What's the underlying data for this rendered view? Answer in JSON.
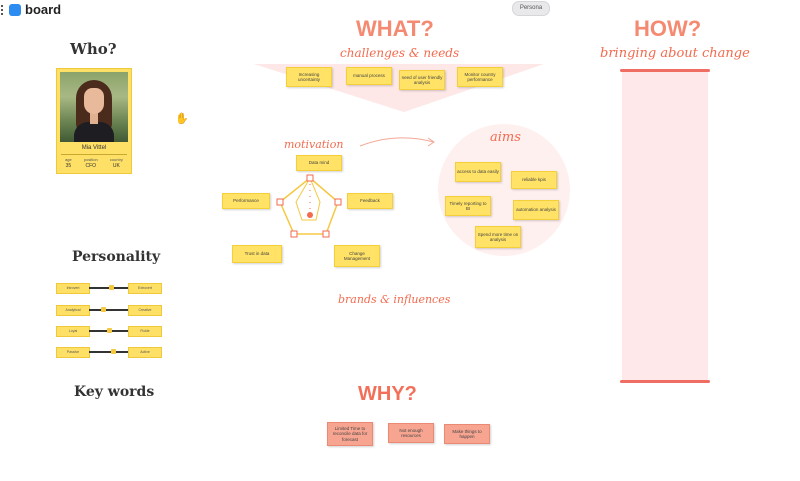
{
  "app": {
    "name": "board",
    "persona_button": "Persona"
  },
  "who": {
    "title": "Who?",
    "name": "Mia Vittel",
    "stats": [
      {
        "label": "age",
        "value": "35"
      },
      {
        "label": "position",
        "value": "CFO"
      },
      {
        "label": "country",
        "value": "UK"
      }
    ]
  },
  "personality": {
    "title": "Personality",
    "rows": [
      {
        "left": "Introvert",
        "right": "Extrovert",
        "level": 0.55
      },
      {
        "left": "Analytical",
        "right": "Creative",
        "level": 0.35
      },
      {
        "left": "Loyal",
        "right": "Fickle",
        "level": 0.5
      },
      {
        "left": "Passive",
        "right": "Active",
        "level": 0.6
      }
    ]
  },
  "keywords": {
    "title": "Key words"
  },
  "what": {
    "title": "WHAT?",
    "subtitle": "challenges & needs",
    "notes": [
      "Increasing uncertainty",
      "manual process",
      "need of user friendly analysis",
      "Monitor country performance"
    ]
  },
  "motivation": {
    "title": "motivation",
    "notes": [
      "Data mind",
      "Feedback",
      "Change Management",
      "Trust in data",
      "Performance"
    ]
  },
  "aims": {
    "title": "aims",
    "notes": [
      "access to data easily",
      "reliable kpis",
      "Timely reporting to BI",
      "automation analysis",
      "Spend more time on analysis"
    ]
  },
  "brands": {
    "title": "brands & influences"
  },
  "how": {
    "title": "HOW?",
    "subtitle": "bringing about change"
  },
  "why": {
    "title": "WHY?",
    "notes": [
      "Limited Time to reconcile data for forecast",
      "Not enough resources",
      "Make things to happen"
    ]
  },
  "colors": {
    "accent": "#f26b4f",
    "sticky": "#ffe266",
    "salmon": "#f7a490",
    "how_column": "#ffe8ea"
  }
}
